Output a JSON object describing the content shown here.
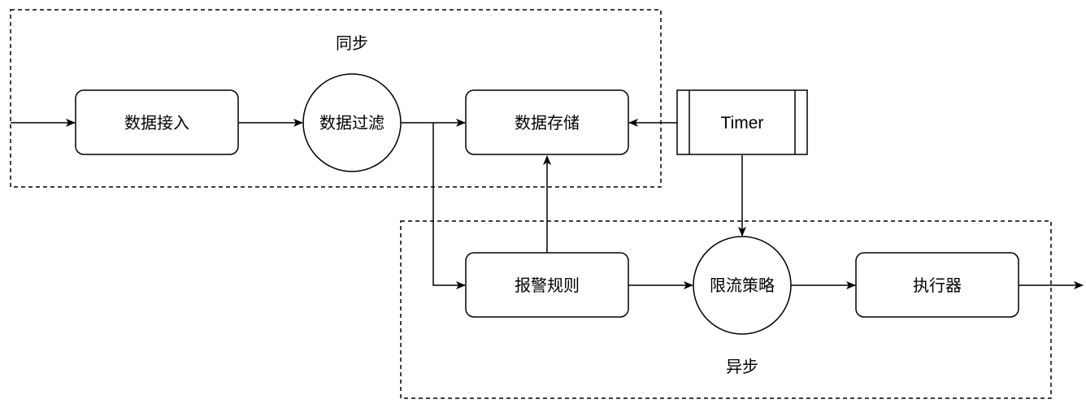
{
  "groups": {
    "sync": "同步",
    "async": "异步"
  },
  "nodes": {
    "ingest": "数据接入",
    "filter": "数据过滤",
    "storage": "数据存储",
    "timer": "Timer",
    "alert_rules": "报警规则",
    "rate_limit": "限流策略",
    "executor": "执行器"
  }
}
